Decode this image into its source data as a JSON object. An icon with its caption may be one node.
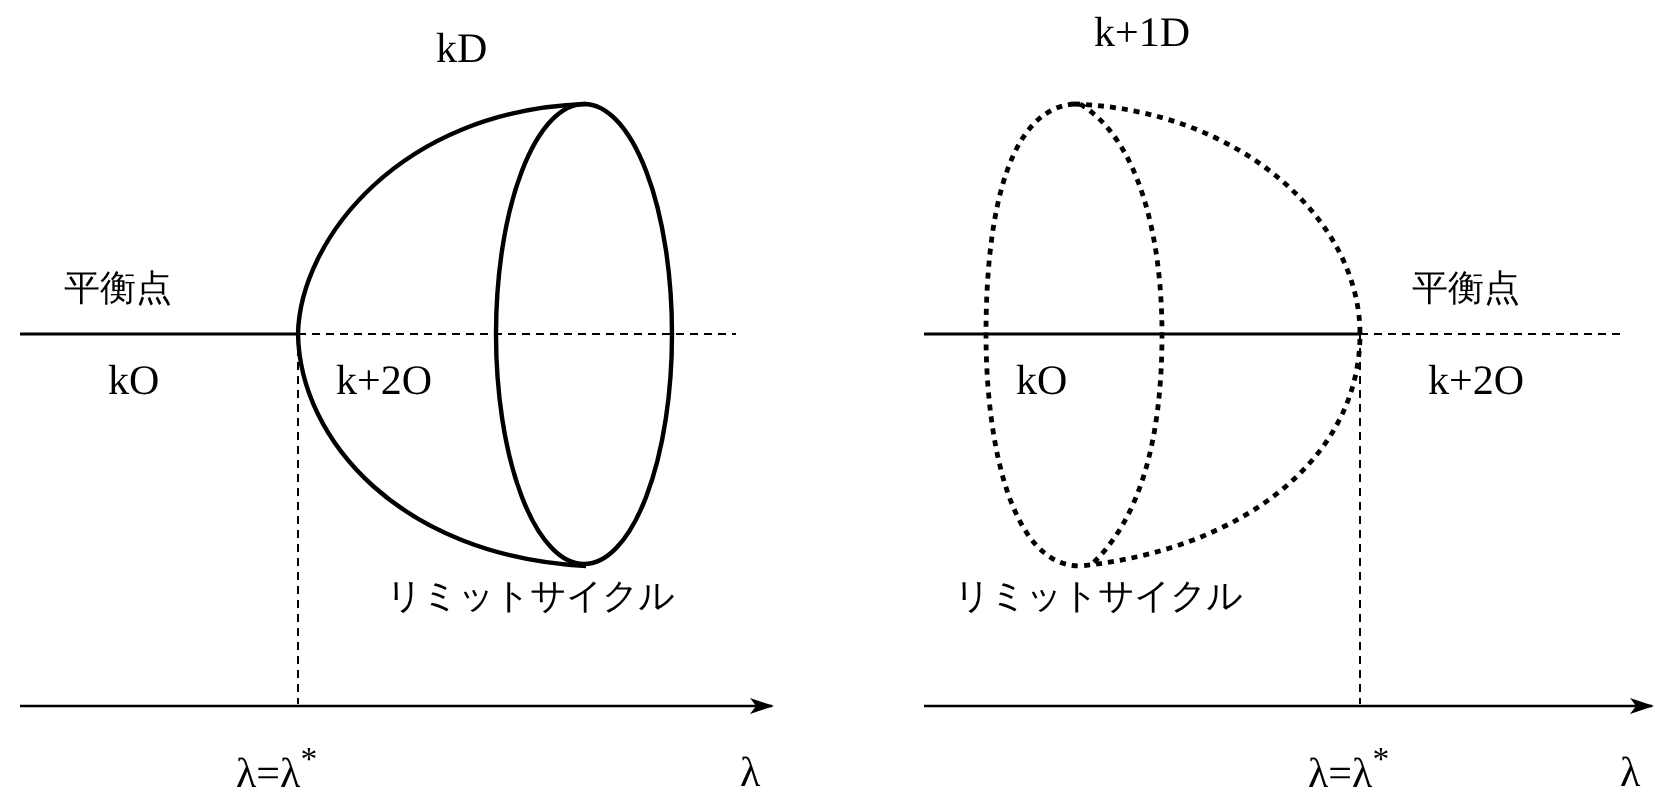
{
  "diagram": {
    "labels": [
      "kD",
      "平衡点",
      "kO",
      "k+2O",
      "リミットサイクル",
      "λ=λ$^{*}$",
      "λ",
      "k+1D",
      "平衡点",
      "kO",
      "k+2O",
      "リミットサイクル",
      "λ=λ$^{*}$",
      "λ"
    ]
  }
}
